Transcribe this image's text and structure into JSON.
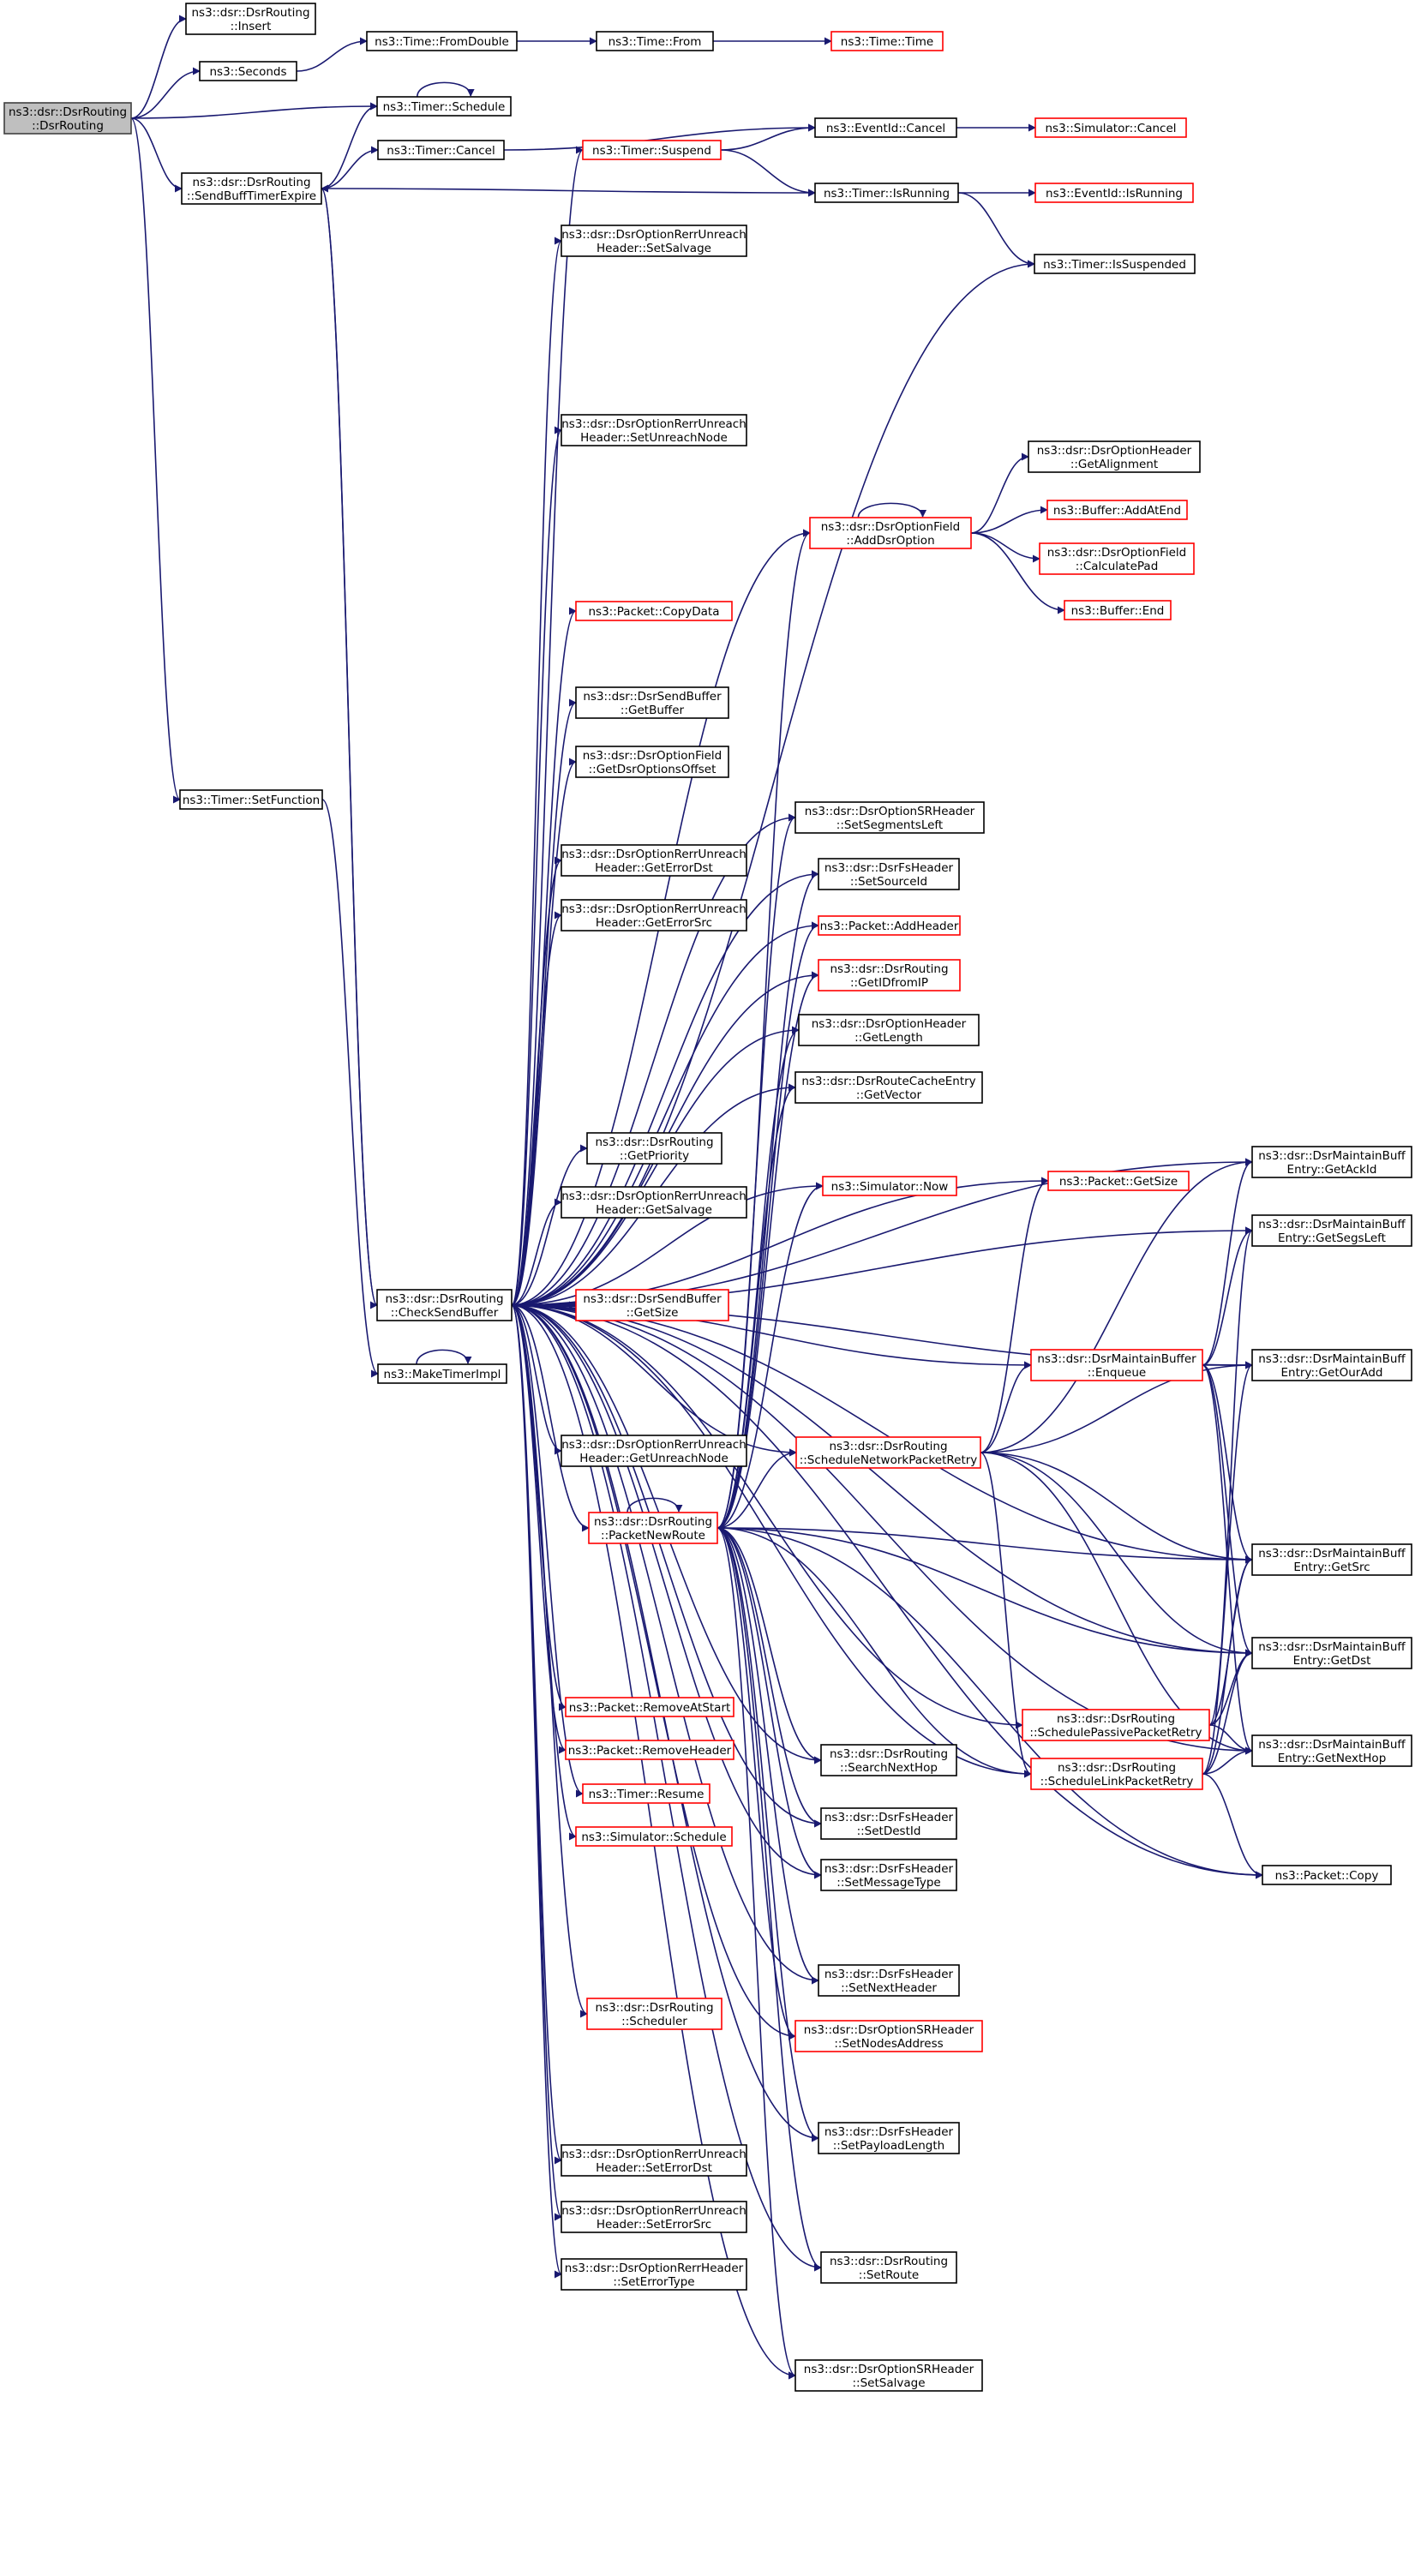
{
  "colors": {
    "edge": "#191970",
    "root_fill": "#bfbfbf",
    "root_border": "#404040",
    "normal_border": "#000000",
    "truncated_border": "#ff0000"
  },
  "nodes": [
    {
      "id": "root",
      "lines": [
        "ns3::dsr::DsrRouting",
        "::DsrRouting"
      ],
      "kind": "root"
    },
    {
      "id": "insert",
      "lines": [
        "ns3::dsr::DsrRouting",
        "::Insert"
      ],
      "kind": "black"
    },
    {
      "id": "seconds",
      "lines": [
        "ns3::Seconds"
      ],
      "kind": "black"
    },
    {
      "id": "fromdouble",
      "lines": [
        "ns3::Time::FromDouble"
      ],
      "kind": "black"
    },
    {
      "id": "from",
      "lines": [
        "ns3::Time::From"
      ],
      "kind": "black"
    },
    {
      "id": "time",
      "lines": [
        "ns3::Time::Time"
      ],
      "kind": "red"
    },
    {
      "id": "schedule",
      "lines": [
        "ns3::Timer::Schedule"
      ],
      "kind": "black"
    },
    {
      "id": "sendbuff",
      "lines": [
        "ns3::dsr::DsrRouting",
        "::SendBuffTimerExpire"
      ],
      "kind": "black"
    },
    {
      "id": "tcancel",
      "lines": [
        "ns3::Timer::Cancel"
      ],
      "kind": "black"
    },
    {
      "id": "suspend",
      "lines": [
        "ns3::Timer::Suspend"
      ],
      "kind": "red"
    },
    {
      "id": "evcancel",
      "lines": [
        "ns3::EventId::Cancel"
      ],
      "kind": "black"
    },
    {
      "id": "simcancel",
      "lines": [
        "ns3::Simulator::Cancel"
      ],
      "kind": "red"
    },
    {
      "id": "isrunning",
      "lines": [
        "ns3::Timer::IsRunning"
      ],
      "kind": "black"
    },
    {
      "id": "evisrunning",
      "lines": [
        "ns3::EventId::IsRunning"
      ],
      "kind": "red"
    },
    {
      "id": "issuspended",
      "lines": [
        "ns3::Timer::IsSuspended"
      ],
      "kind": "black"
    },
    {
      "id": "setsalvage",
      "lines": [
        "ns3::dsr::DsrOptionRerrUnreach",
        "Header::SetSalvage"
      ],
      "kind": "black"
    },
    {
      "id": "setunreach",
      "lines": [
        "ns3::dsr::DsrOptionRerrUnreach",
        "Header::SetUnreachNode"
      ],
      "kind": "black"
    },
    {
      "id": "getalign",
      "lines": [
        "ns3::dsr::DsrOptionHeader",
        "::GetAlignment"
      ],
      "kind": "black"
    },
    {
      "id": "adddsr",
      "lines": [
        "ns3::dsr::DsrOptionField",
        "::AddDsrOption"
      ],
      "kind": "red"
    },
    {
      "id": "addatend",
      "lines": [
        "ns3::Buffer::AddAtEnd"
      ],
      "kind": "red"
    },
    {
      "id": "calcpad",
      "lines": [
        "ns3::dsr::DsrOptionField",
        "::CalculatePad"
      ],
      "kind": "red"
    },
    {
      "id": "bufend",
      "lines": [
        "ns3::Buffer::End"
      ],
      "kind": "red"
    },
    {
      "id": "copydata",
      "lines": [
        "ns3::Packet::CopyData"
      ],
      "kind": "red"
    },
    {
      "id": "getbuffer",
      "lines": [
        "ns3::dsr::DsrSendBuffer",
        "::GetBuffer"
      ],
      "kind": "black"
    },
    {
      "id": "getdsropt",
      "lines": [
        "ns3::dsr::DsrOptionField",
        "::GetDsrOptionsOffset"
      ],
      "kind": "black"
    },
    {
      "id": "settimer",
      "lines": [
        "ns3::Timer::SetFunction"
      ],
      "kind": "black"
    },
    {
      "id": "setsegleft",
      "lines": [
        "ns3::dsr::DsrOptionSRHeader",
        "::SetSegmentsLeft"
      ],
      "kind": "black"
    },
    {
      "id": "geterrdst",
      "lines": [
        "ns3::dsr::DsrOptionRerrUnreach",
        "Header::GetErrorDst"
      ],
      "kind": "black"
    },
    {
      "id": "setsourceid",
      "lines": [
        "ns3::dsr::DsrFsHeader",
        "::SetSourceId"
      ],
      "kind": "black"
    },
    {
      "id": "geterrsrc",
      "lines": [
        "ns3::dsr::DsrOptionRerrUnreach",
        "Header::GetErrorSrc"
      ],
      "kind": "black"
    },
    {
      "id": "addheader",
      "lines": [
        "ns3::Packet::AddHeader"
      ],
      "kind": "red"
    },
    {
      "id": "getid",
      "lines": [
        "ns3::dsr::DsrRouting",
        "::GetIDfromIP"
      ],
      "kind": "red"
    },
    {
      "id": "getlength",
      "lines": [
        "ns3::dsr::DsrOptionHeader",
        "::GetLength"
      ],
      "kind": "black"
    },
    {
      "id": "getvector",
      "lines": [
        "ns3::dsr::DsrRouteCacheEntry",
        "::GetVector"
      ],
      "kind": "black"
    },
    {
      "id": "getpriority",
      "lines": [
        "ns3::dsr::DsrRouting",
        "::GetPriority"
      ],
      "kind": "black"
    },
    {
      "id": "getackid",
      "lines": [
        "ns3::dsr::DsrMaintainBuff",
        "Entry::GetAckId"
      ],
      "kind": "black"
    },
    {
      "id": "getsize",
      "lines": [
        "ns3::Packet::GetSize"
      ],
      "kind": "red"
    },
    {
      "id": "simnow",
      "lines": [
        "ns3::Simulator::Now"
      ],
      "kind": "red"
    },
    {
      "id": "getsalvage",
      "lines": [
        "ns3::dsr::DsrOptionRerrUnreach",
        "Header::GetSalvage"
      ],
      "kind": "black"
    },
    {
      "id": "getsegsleft",
      "lines": [
        "ns3::dsr::DsrMaintainBuff",
        "Entry::GetSegsLeft"
      ],
      "kind": "black"
    },
    {
      "id": "checksend",
      "lines": [
        "ns3::dsr::DsrRouting",
        "::CheckSendBuffer"
      ],
      "kind": "black"
    },
    {
      "id": "sbgetsize",
      "lines": [
        "ns3::dsr::DsrSendBuffer",
        "::GetSize"
      ],
      "kind": "red"
    },
    {
      "id": "enqueue",
      "lines": [
        "ns3::dsr::DsrMaintainBuffer",
        "::Enqueue"
      ],
      "kind": "red"
    },
    {
      "id": "getouradd",
      "lines": [
        "ns3::dsr::DsrMaintainBuff",
        "Entry::GetOurAdd"
      ],
      "kind": "black"
    },
    {
      "id": "makeimpl",
      "lines": [
        "ns3::MakeTimerImpl"
      ],
      "kind": "black"
    },
    {
      "id": "getunreach",
      "lines": [
        "ns3::dsr::DsrOptionRerrUnreach",
        "Header::GetUnreachNode"
      ],
      "kind": "black"
    },
    {
      "id": "schednet",
      "lines": [
        "ns3::dsr::DsrRouting",
        "::ScheduleNetworkPacketRetry"
      ],
      "kind": "red"
    },
    {
      "id": "packetnew",
      "lines": [
        "ns3::dsr::DsrRouting",
        "::PacketNewRoute"
      ],
      "kind": "red"
    },
    {
      "id": "getsrc",
      "lines": [
        "ns3::dsr::DsrMaintainBuff",
        "Entry::GetSrc"
      ],
      "kind": "black"
    },
    {
      "id": "getdst",
      "lines": [
        "ns3::dsr::DsrMaintainBuff",
        "Entry::GetDst"
      ],
      "kind": "black"
    },
    {
      "id": "removeatstart",
      "lines": [
        "ns3::Packet::RemoveAtStart"
      ],
      "kind": "red"
    },
    {
      "id": "schedpassive",
      "lines": [
        "ns3::dsr::DsrRouting",
        "::SchedulePassivePacketRetry"
      ],
      "kind": "red"
    },
    {
      "id": "removeheader",
      "lines": [
        "ns3::Packet::RemoveHeader"
      ],
      "kind": "red"
    },
    {
      "id": "schedlink",
      "lines": [
        "ns3::dsr::DsrRouting",
        "::ScheduleLinkPacketRetry"
      ],
      "kind": "red"
    },
    {
      "id": "getnexthop",
      "lines": [
        "ns3::dsr::DsrMaintainBuff",
        "Entry::GetNextHop"
      ],
      "kind": "black"
    },
    {
      "id": "resume",
      "lines": [
        "ns3::Timer::Resume"
      ],
      "kind": "red"
    },
    {
      "id": "searchnext",
      "lines": [
        "ns3::dsr::DsrRouting",
        "::SearchNextHop"
      ],
      "kind": "black"
    },
    {
      "id": "setdestid",
      "lines": [
        "ns3::dsr::DsrFsHeader",
        "::SetDestId"
      ],
      "kind": "black"
    },
    {
      "id": "simschedule",
      "lines": [
        "ns3::Simulator::Schedule"
      ],
      "kind": "red"
    },
    {
      "id": "packetcopy",
      "lines": [
        "ns3::Packet::Copy"
      ],
      "kind": "black"
    },
    {
      "id": "setmsgtype",
      "lines": [
        "ns3::dsr::DsrFsHeader",
        "::SetMessageType"
      ],
      "kind": "black"
    },
    {
      "id": "setnexthdr",
      "lines": [
        "ns3::dsr::DsrFsHeader",
        "::SetNextHeader"
      ],
      "kind": "black"
    },
    {
      "id": "scheduler",
      "lines": [
        "ns3::dsr::DsrRouting",
        "::Scheduler"
      ],
      "kind": "red"
    },
    {
      "id": "setnodes",
      "lines": [
        "ns3::dsr::DsrOptionSRHeader",
        "::SetNodesAddress"
      ],
      "kind": "red"
    },
    {
      "id": "setpayload",
      "lines": [
        "ns3::dsr::DsrFsHeader",
        "::SetPayloadLength"
      ],
      "kind": "black"
    },
    {
      "id": "seterrdst",
      "lines": [
        "ns3::dsr::DsrOptionRerrUnreach",
        "Header::SetErrorDst"
      ],
      "kind": "black"
    },
    {
      "id": "seterrsrc",
      "lines": [
        "ns3::dsr::DsrOptionRerrUnreach",
        "Header::SetErrorSrc"
      ],
      "kind": "black"
    },
    {
      "id": "seterrtype",
      "lines": [
        "ns3::dsr::DsrOptionRerrHeader",
        "::SetErrorType"
      ],
      "kind": "black"
    },
    {
      "id": "setroute",
      "lines": [
        "ns3::dsr::DsrRouting",
        "::SetRoute"
      ],
      "kind": "black"
    },
    {
      "id": "srsalvage",
      "lines": [
        "ns3::dsr::DsrOptionSRHeader",
        "::SetSalvage"
      ],
      "kind": "black"
    }
  ]
}
